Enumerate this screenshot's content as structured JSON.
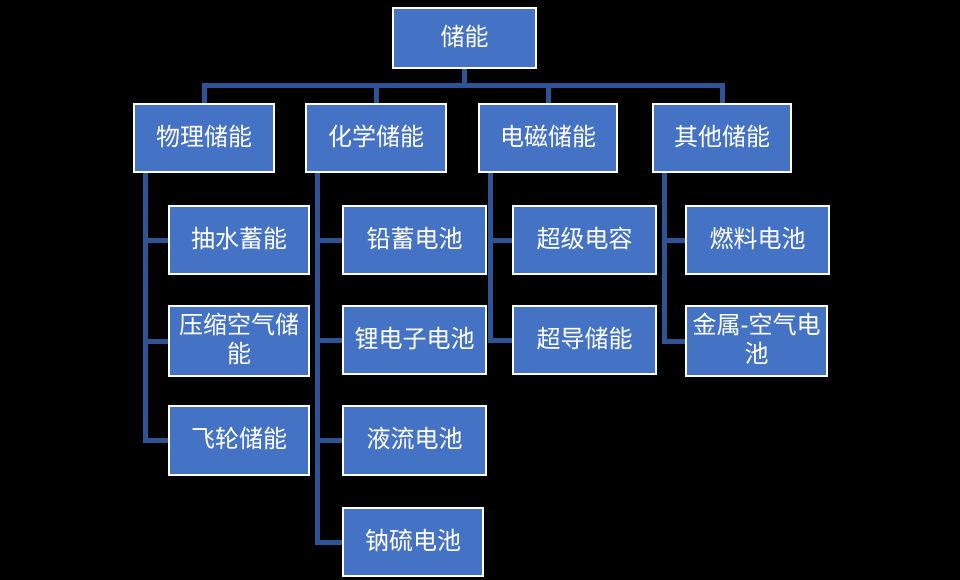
{
  "diagram": {
    "type": "hierarchy-org-chart",
    "colors": {
      "background": "#000000",
      "box_fill": "#4472C4",
      "box_border": "#FFFFFF",
      "box_text": "#FFFFFF",
      "connector": "#2F5496"
    }
  },
  "tree": {
    "root": {
      "label": "储能"
    },
    "branches": [
      {
        "label": "物理储能",
        "children": [
          {
            "label": "抽水蓄能"
          },
          {
            "label": "压缩空气储能"
          },
          {
            "label": "飞轮储能"
          }
        ]
      },
      {
        "label": "化学储能",
        "children": [
          {
            "label": "铅蓄电池"
          },
          {
            "label": "锂电子电池"
          },
          {
            "label": "液流电池"
          },
          {
            "label": "钠硫电池"
          }
        ]
      },
      {
        "label": "电磁储能",
        "children": [
          {
            "label": "超级电容"
          },
          {
            "label": "超导储能"
          }
        ]
      },
      {
        "label": "其他储能",
        "children": [
          {
            "label": "燃料电池"
          },
          {
            "label": "金属-空气电池"
          }
        ]
      }
    ]
  }
}
